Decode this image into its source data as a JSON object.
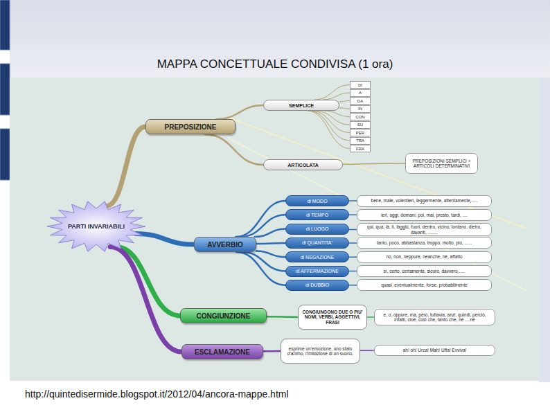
{
  "diagram": {
    "title": "MAPPA CONCETTUALE CONDIVISA (1 ora)",
    "caption": "http://quintedisermide.blogspot.it/2012/04/ancora-mappe.html",
    "nodes": [
      {
        "text": [
          "PARTI INVARIABILI"
        ]
      },
      {
        "text": [
          "PREPOSIZIONE"
        ]
      },
      {
        "text": [
          "SEMPLICE"
        ]
      },
      {
        "text": [
          "DI"
        ]
      },
      {
        "text": [
          "A"
        ]
      },
      {
        "text": [
          "DA"
        ]
      },
      {
        "text": [
          "IN"
        ]
      },
      {
        "text": [
          "CON"
        ]
      },
      {
        "text": [
          "SU"
        ]
      },
      {
        "text": [
          "PER"
        ]
      },
      {
        "text": [
          "TRA"
        ]
      },
      {
        "text": [
          "FRA"
        ]
      },
      {
        "text": [
          "ARTICOLATA"
        ]
      },
      {
        "text": [
          "PREPOSIZIONI SEMPLICI + ARTICOLI DETERMINATIVI"
        ]
      },
      {
        "text": [
          "AVVERBIO"
        ]
      },
      {
        "text": [
          "di MODO"
        ]
      },
      {
        "text": [
          "bene, male, volentieri, leggermente, attentamente,....."
        ]
      },
      {
        "text": [
          "di TEMPO"
        ]
      },
      {
        "text": [
          "ieri, oggi, domani, poi, mai, presto, tardi, ...."
        ]
      },
      {
        "text": [
          "di LUOGO"
        ]
      },
      {
        "text": [
          "qui, qua, là, lì, laggiù, fuori, dentro, vicino, lontano, dietro, davanti, ........"
        ]
      },
      {
        "text": [
          "di QUANTITA'"
        ]
      },
      {
        "text": [
          "tanto, poco, abbastanza, troppo, molto, più, ......"
        ]
      },
      {
        "text": [
          "di NEGAZIONE"
        ]
      },
      {
        "text": [
          "no, non, neppure, neanche, né, affatto"
        ]
      },
      {
        "text": [
          "di AFFERMAZIONE"
        ]
      },
      {
        "text": [
          "sì, certo, certamente, sicuro, davvero,....."
        ]
      },
      {
        "text": [
          "di DUBBIO"
        ]
      },
      {
        "text": [
          "quasi, eventualmente, forse, probabilmente"
        ]
      },
      {
        "text": [
          "CONGIUNZIONE"
        ]
      },
      {
        "text": [
          "CONGIUNGONO DUE O PIU' NOMI, VERBI, AGGETTIVI, FRASI"
        ]
      },
      {
        "text": [
          "e, o, oppure, ma, però, tuttavia, anzi, quindi, perciò, infatti, cioè, così che, tanto che, né ....né"
        ]
      },
      {
        "text": [
          "ESCLAMAZIONE"
        ]
      },
      {
        "text": [
          "esprime un'emozione, uno stato d'animo, l'imitazione di un suono."
        ]
      },
      {
        "text": [
          "ah! oh! Urca! Mah! Uffa! Evviva!"
        ]
      }
    ],
    "edges": [
      {
        "from": 0,
        "to": 1,
        "arrow": "none"
      },
      {
        "from": 1,
        "to": 2,
        "arrow": "none"
      },
      {
        "from": 2,
        "to": 3,
        "arrow": "none"
      },
      {
        "from": 2,
        "to": 4,
        "arrow": "none"
      },
      {
        "from": 2,
        "to": 5,
        "arrow": "none"
      },
      {
        "from": 2,
        "to": 6,
        "arrow": "none"
      },
      {
        "from": 2,
        "to": 7,
        "arrow": "none"
      },
      {
        "from": 2,
        "to": 8,
        "arrow": "none"
      },
      {
        "from": 2,
        "to": 9,
        "arrow": "none"
      },
      {
        "from": 2,
        "to": 10,
        "arrow": "none"
      },
      {
        "from": 2,
        "to": 11,
        "arrow": "none"
      },
      {
        "from": 1,
        "to": 12,
        "arrow": "none"
      },
      {
        "from": 12,
        "to": 13,
        "arrow": "none"
      },
      {
        "from": 0,
        "to": 14,
        "arrow": "none"
      },
      {
        "from": 14,
        "to": 15,
        "arrow": "none"
      },
      {
        "from": 15,
        "to": 16,
        "arrow": "none"
      },
      {
        "from": 14,
        "to": 17,
        "arrow": "none"
      },
      {
        "from": 17,
        "to": 18,
        "arrow": "none"
      },
      {
        "from": 14,
        "to": 19,
        "arrow": "none"
      },
      {
        "from": 19,
        "to": 20,
        "arrow": "none"
      },
      {
        "from": 14,
        "to": 21,
        "arrow": "none"
      },
      {
        "from": 21,
        "to": 22,
        "arrow": "none"
      },
      {
        "from": 14,
        "to": 23,
        "arrow": "none"
      },
      {
        "from": 23,
        "to": 24,
        "arrow": "none"
      },
      {
        "from": 14,
        "to": 25,
        "arrow": "none"
      },
      {
        "from": 25,
        "to": 26,
        "arrow": "none"
      },
      {
        "from": 14,
        "to": 27,
        "arrow": "none"
      },
      {
        "from": 27,
        "to": 28,
        "arrow": "none"
      },
      {
        "from": 0,
        "to": 29,
        "arrow": "none"
      },
      {
        "from": 29,
        "to": 30,
        "arrow": "none"
      },
      {
        "from": 30,
        "to": 31,
        "arrow": "none"
      },
      {
        "from": 0,
        "to": 32,
        "arrow": "none"
      },
      {
        "from": 32,
        "to": 33,
        "arrow": "none"
      },
      {
        "from": 33,
        "to": 34,
        "arrow": "none"
      }
    ]
  }
}
